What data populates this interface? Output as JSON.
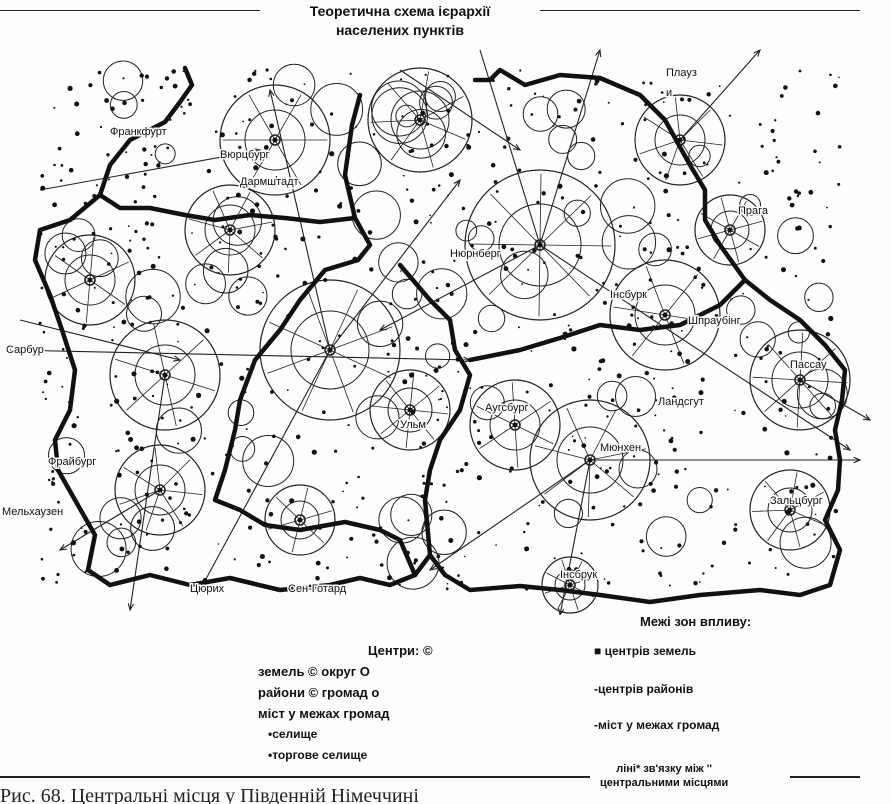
{
  "title_line1": "Теоретична схема ієрархії",
  "title_line2": "населених пунктів",
  "map": {
    "labels": [
      "Плауз",
      "и",
      "Прага",
      "Нюрнберг",
      "Інсбурк",
      "Шпраубінг",
      "Пассау",
      "Ландсгут",
      "Аугсбург",
      "Мюнхен",
      "Зальцбург",
      "Інсбрук",
      "Ульм",
      "Фрайбург",
      "Мельхаузен",
      "Цюрих",
      "Сен-Готард",
      "Сарбур",
      "Франкфурт",
      "Дармштадт",
      "Вюрцбург"
    ]
  },
  "legend_centers": {
    "title": "Центри: ©",
    "line1": "земель © округ О",
    "line2": "райони © громад о",
    "line3": "міст у межах громад",
    "line4": "•селище",
    "line5": "•торгове селище"
  },
  "legend_zones": {
    "title": "Межі зон впливу:",
    "item1": "■ центрів земель",
    "item2": "-центрів районів",
    "item3": "-міст у межах громад",
    "item4_line1": "ліні* зв'язку між ''",
    "item4_line2": "центральними місцями"
  },
  "caption": "Рис. 68. Центральні місця у Південній Німеччині"
}
